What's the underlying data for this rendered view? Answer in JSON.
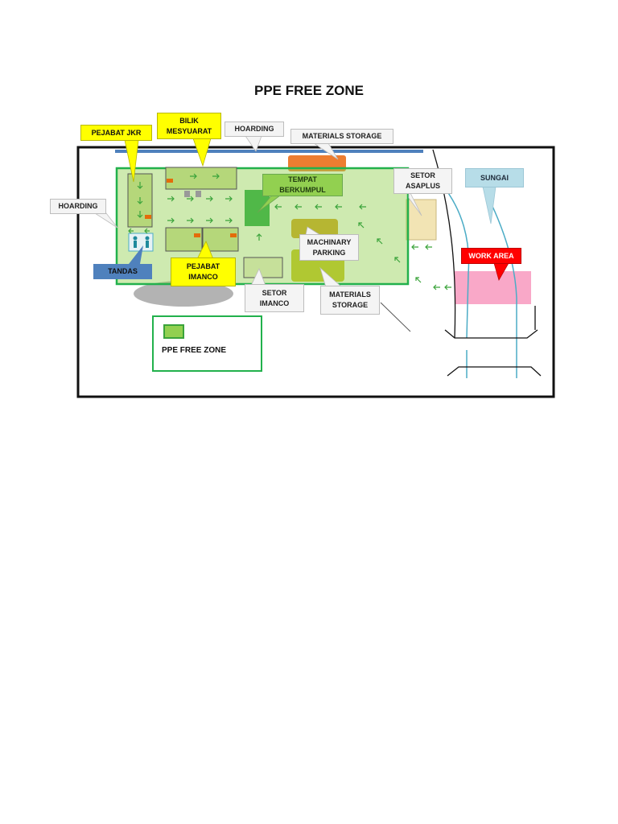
{
  "title": "PPE FREE ZONE",
  "labels": {
    "pejabat_jkr": "PEJABAT JKR",
    "bilik_mesyuarat": "BILIK MESYUARAT",
    "hoarding_top": "HOARDING",
    "materials_storage_top": "MATERIALS STORAGE",
    "setor_asaplus": "SETOR ASAPLUS",
    "sungai": "SUNGAI",
    "hoarding_left": "HOARDING",
    "tempat_berkumpul": "TEMPAT BERKUMPUL",
    "machinary_parking": "MACHINARY PARKING",
    "work_area": "WORK AREA",
    "tandas": "TANDAS",
    "pejabat_imanco": "PEJABAT IMANCO",
    "setor_imanco": "SETOR IMANCO",
    "materials_storage_bottom": "MATERIALS STORAGE"
  },
  "legend": {
    "label": "PPE FREE ZONE"
  },
  "colors": {
    "ppe_zone_fill": "#92d050",
    "ppe_zone_border": "#22b14c",
    "work_area_fill": "#f9a8c8",
    "callout_yellow": "#ffff00",
    "callout_red": "#ff0000",
    "river": "#4bacc6",
    "storage_orange": "#ed7d31"
  }
}
